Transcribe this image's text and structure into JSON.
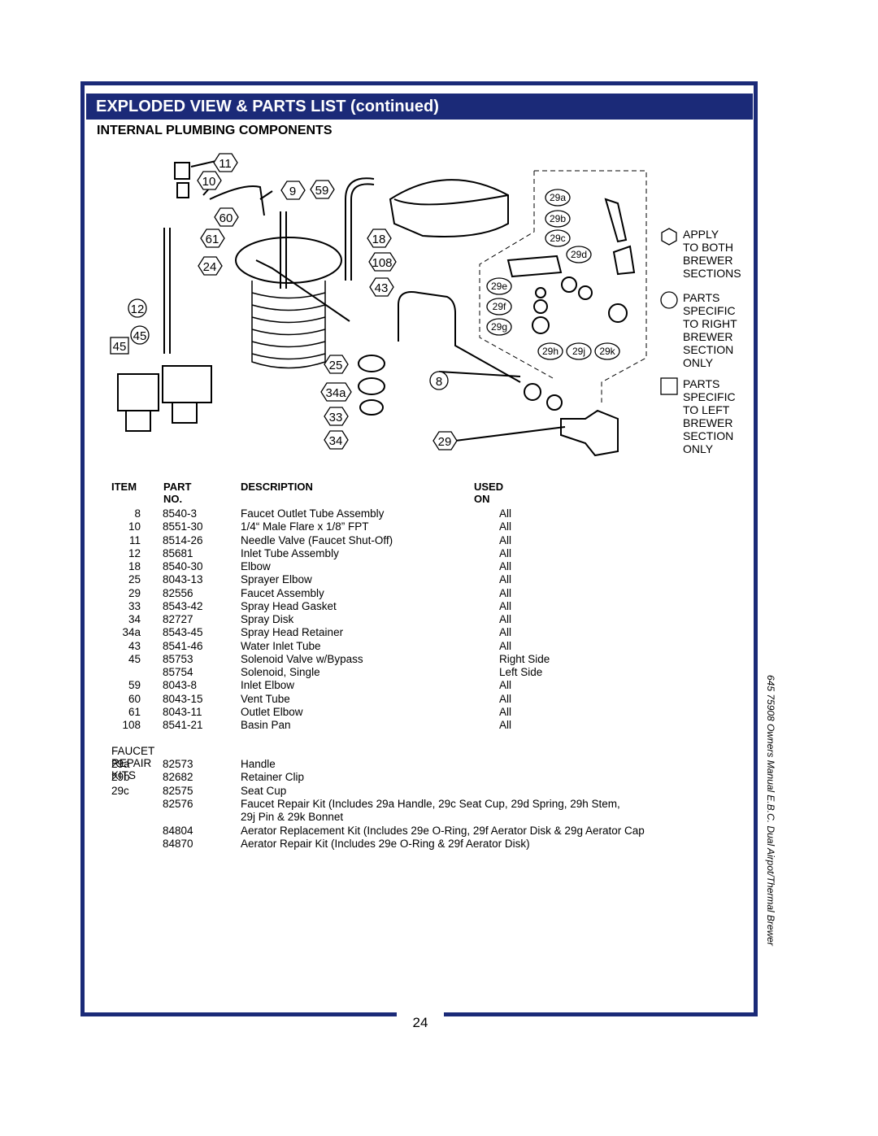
{
  "page_title": "EXPLODED VIEW & PARTS LIST (continued)",
  "section_heading": "INTERNAL PLUMBING COMPONENTS",
  "diagram": {
    "callouts": [
      "11",
      "10",
      "9",
      "59",
      "60",
      "61",
      "24",
      "12",
      "45",
      "45",
      "18",
      "108",
      "43",
      "25",
      "34a",
      "33",
      "34",
      "8",
      "29",
      "29a",
      "29b",
      "29c",
      "29d",
      "29e",
      "29f",
      "29g",
      "29h",
      "29j",
      "29k"
    ]
  },
  "legend": [
    {
      "shape": "hexagon",
      "text": "APPLY\nTO BOTH\nBREWER\nSECTIONS"
    },
    {
      "shape": "circle",
      "text": "PARTS\nSPECIFIC\nTO RIGHT\nBREWER\nSECTION\nONLY"
    },
    {
      "shape": "square",
      "text": "PARTS\nSPECIFIC\nTO LEFT\nBREWER\nSECTION\nONLY"
    }
  ],
  "table": {
    "headers": {
      "item": "ITEM",
      "part": "PART NO.",
      "desc": "DESCRIPTION",
      "used": "USED ON"
    },
    "rows": [
      {
        "item": "8",
        "part": "8540-3",
        "desc": "Faucet Outlet Tube Assembly",
        "used": "All"
      },
      {
        "item": "10",
        "part": "8551-30",
        "desc": "1/4“ Male Flare x 1/8” FPT",
        "used": "All"
      },
      {
        "item": "11",
        "part": "8514-26",
        "desc": "Needle Valve (Faucet Shut-Off)",
        "used": "All"
      },
      {
        "item": "12",
        "part": "85681",
        "desc": "Inlet Tube Assembly",
        "used": "All"
      },
      {
        "item": "18",
        "part": "8540-30",
        "desc": "Elbow",
        "used": "All"
      },
      {
        "item": "25",
        "part": "8043-13",
        "desc": "Sprayer Elbow",
        "used": "All"
      },
      {
        "item": "29",
        "part": "82556",
        "desc": "Faucet Assembly",
        "used": "All"
      },
      {
        "item": "33",
        "part": "8543-42",
        "desc": "Spray Head Gasket",
        "used": "All"
      },
      {
        "item": "34",
        "part": "82727",
        "desc": "Spray Disk",
        "used": "All"
      },
      {
        "item": "34a",
        "part": "8543-45",
        "desc": "Spray Head Retainer",
        "used": "All"
      },
      {
        "item": "43",
        "part": "8541-46",
        "desc": "Water Inlet Tube",
        "used": "All"
      },
      {
        "item": "45",
        "part": "85753",
        "desc": "Solenoid Valve w/Bypass",
        "used": "Right Side"
      },
      {
        "item": "",
        "part": "85754",
        "desc": "Solenoid, Single",
        "used": "Left Side"
      },
      {
        "item": "59",
        "part": "8043-8",
        "desc": "Inlet Elbow",
        "used": "All"
      },
      {
        "item": "60",
        "part": "8043-15",
        "desc": "Vent Tube",
        "used": "All"
      },
      {
        "item": "61",
        "part": "8043-11",
        "desc": "Outlet Elbow",
        "used": "All"
      },
      {
        "item": "108",
        "part": "8541-21",
        "desc": "Basin Pan",
        "used": "All"
      }
    ],
    "kits_heading": "FAUCET REPAIR KITS",
    "kits": [
      {
        "item": "29a",
        "part": "82573",
        "desc": "Handle"
      },
      {
        "item": "29b",
        "part": "82682",
        "desc": "Retainer Clip"
      },
      {
        "item": "29c",
        "part": "82575",
        "desc": "Seat Cup"
      },
      {
        "item": "",
        "part": "82576",
        "desc": "Faucet Repair Kit (Includes 29a Handle, 29c Seat Cup, 29d Spring, 29h Stem,"
      },
      {
        "item": "",
        "part": "",
        "desc": "29j Pin & 29k Bonnet"
      },
      {
        "item": "",
        "part": "84804",
        "desc": "Aerator Replacement Kit (Includes 29e O-Ring, 29f Aerator Disk & 29g Aerator Cap"
      },
      {
        "item": "",
        "part": "84870",
        "desc": "Aerator Repair Kit (Includes 29e O-Ring & 29f Aerator Disk)"
      }
    ]
  },
  "side_text": "645  75908 Owners Manual E.B.C. Dual Airpot/Thermal Brewer",
  "page_number": "24"
}
